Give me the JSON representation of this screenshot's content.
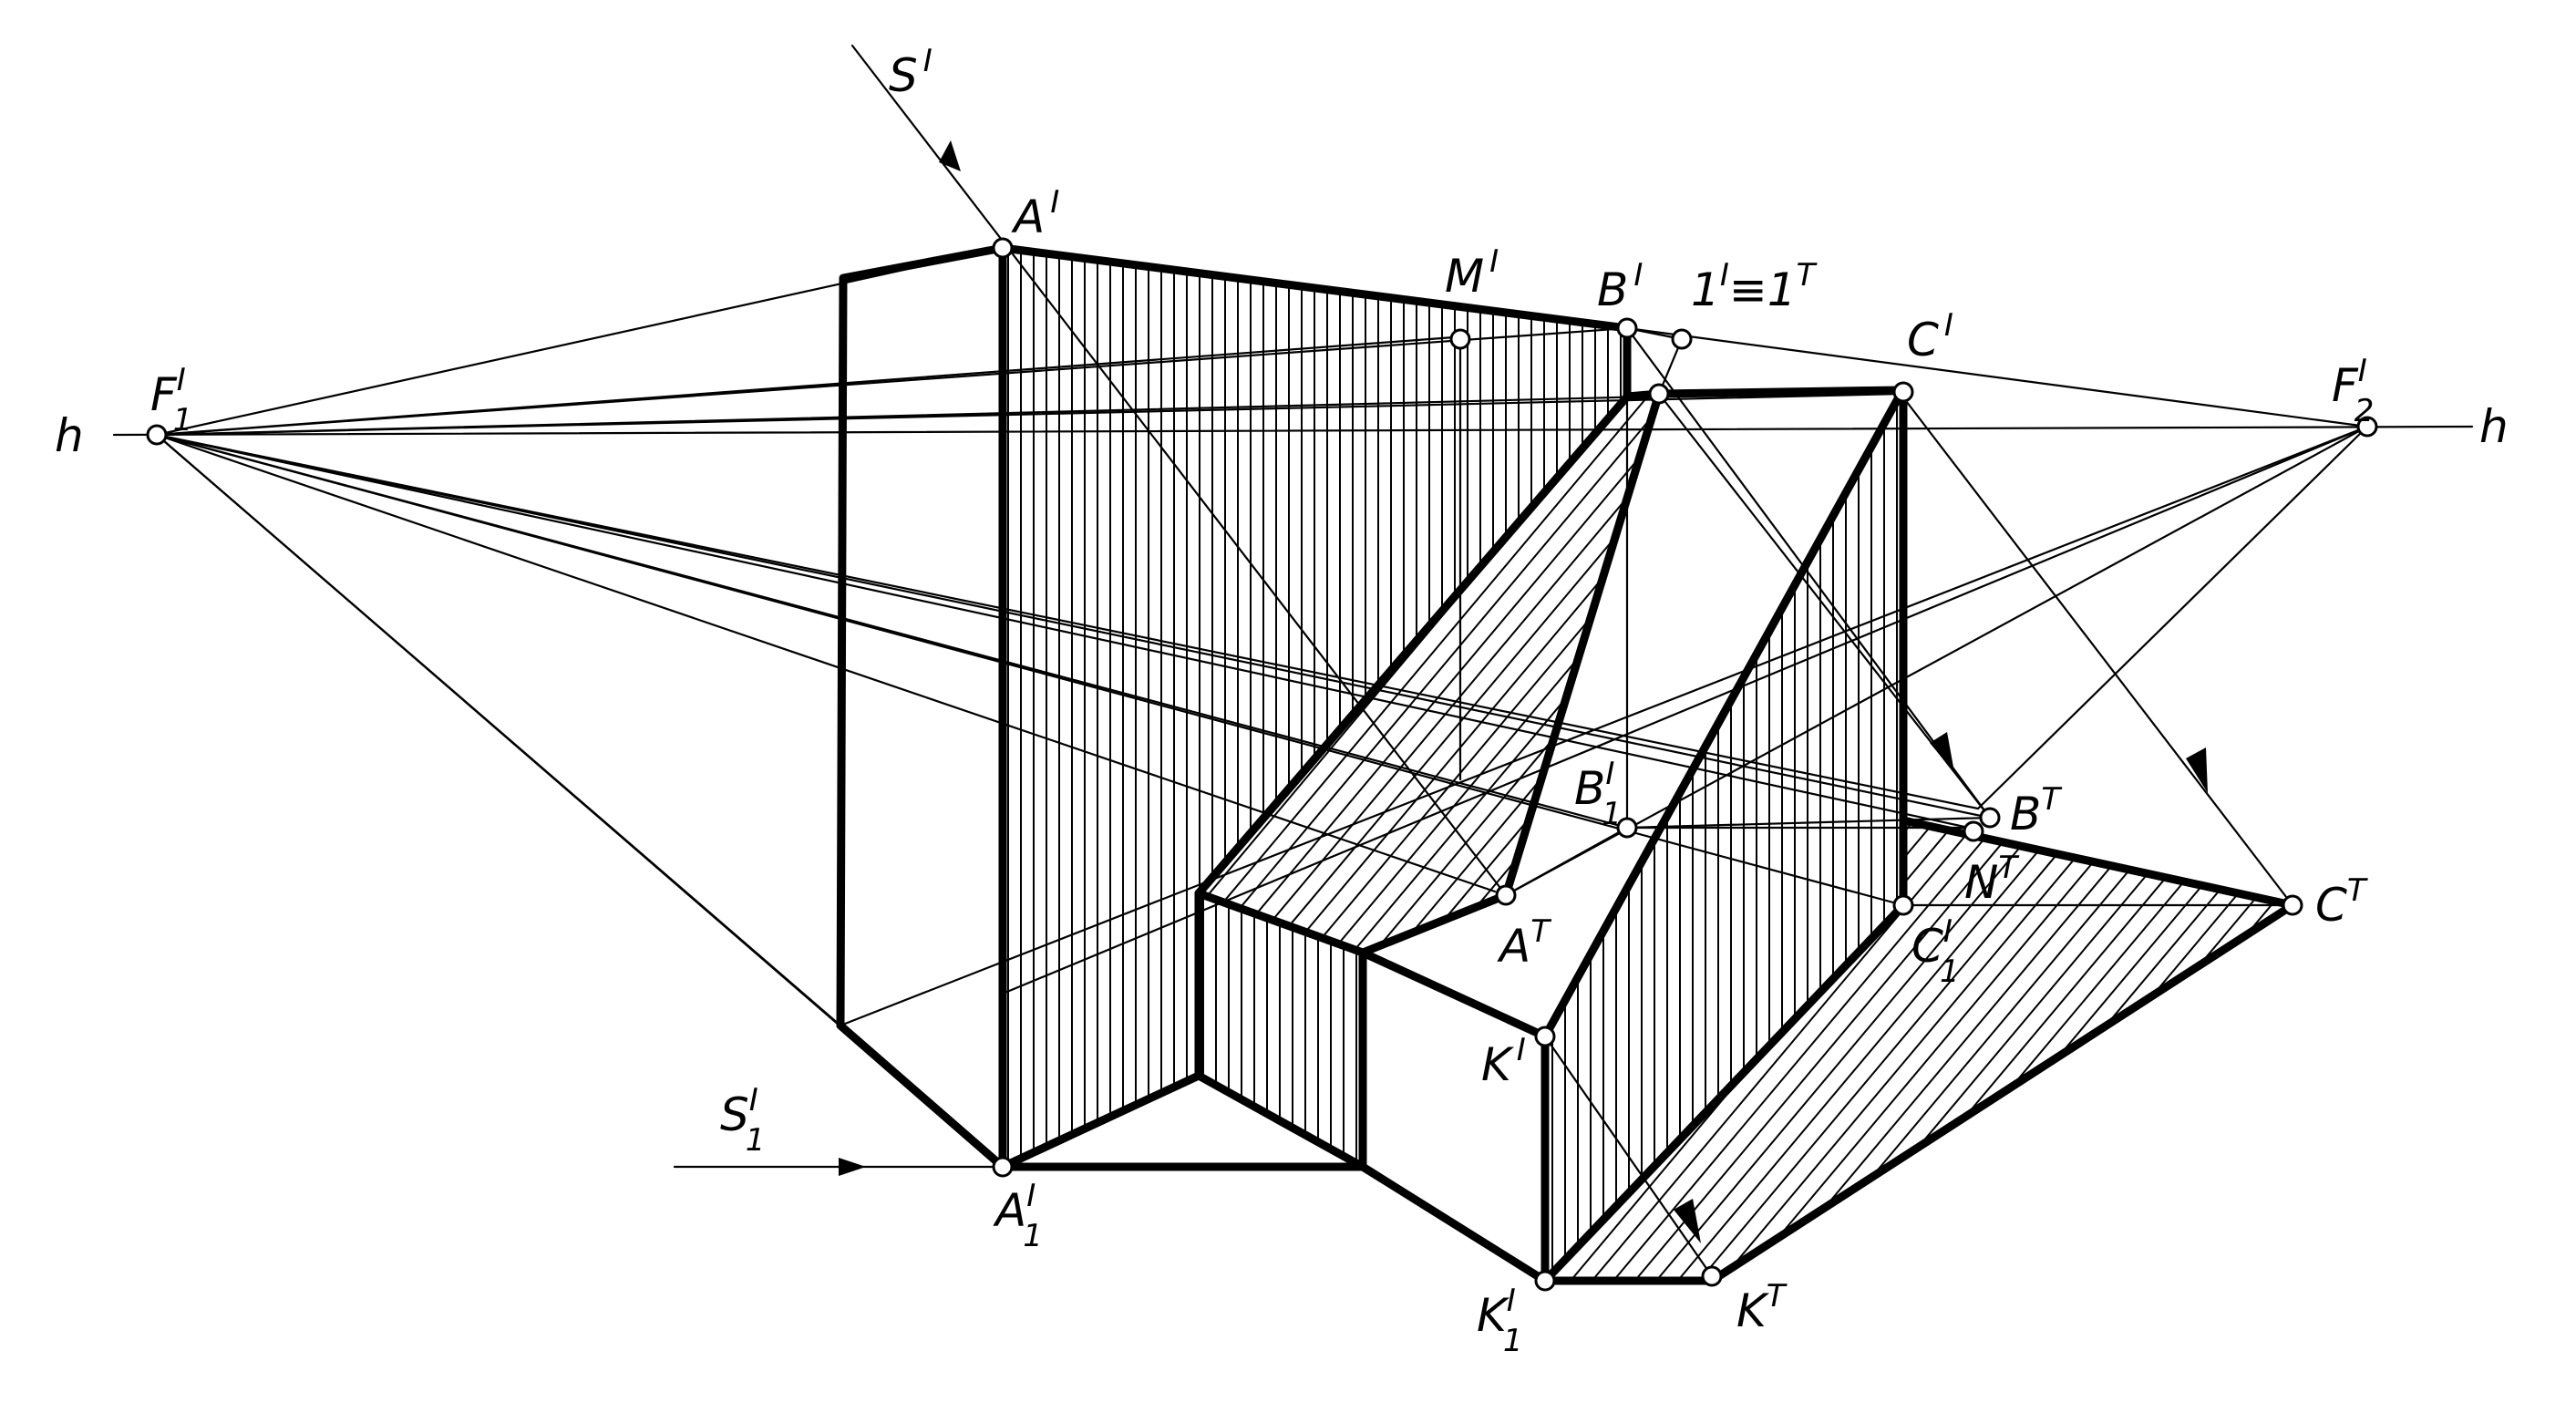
{
  "diagram": {
    "horizon_label_left": "h",
    "horizon_label_right": "h",
    "labels": {
      "F1": {
        "base": "F",
        "sup": "I",
        "sub": "1"
      },
      "F2": {
        "base": "F",
        "sup": "I",
        "sub": "2"
      },
      "S": {
        "base": "S",
        "sup": "I",
        "sub": ""
      },
      "S1": {
        "base": "S",
        "sup": "I",
        "sub": "1"
      },
      "A": {
        "base": "A",
        "sup": "I",
        "sub": ""
      },
      "A1": {
        "base": "A",
        "sup": "I",
        "sub": "1"
      },
      "M": {
        "base": "M",
        "sup": "I",
        "sub": ""
      },
      "B": {
        "base": "B",
        "sup": "I",
        "sub": ""
      },
      "B1": {
        "base": "B",
        "sup": "I",
        "sub": "1"
      },
      "one": {
        "text": "1",
        "sup1": "I",
        "mid": "≡1",
        "sup2": "T"
      },
      "C": {
        "base": "C",
        "sup": "I",
        "sub": ""
      },
      "C1": {
        "base": "C",
        "sup": "I",
        "sub": "1"
      },
      "BT": {
        "base": "B",
        "sup": "T",
        "sub": ""
      },
      "NT": {
        "base": "N",
        "sup": "T",
        "sub": ""
      },
      "CT": {
        "base": "C",
        "sup": "T",
        "sub": ""
      },
      "AT": {
        "base": "A",
        "sup": "T",
        "sub": ""
      },
      "K": {
        "base": "K",
        "sup": "I",
        "sub": ""
      },
      "K1": {
        "base": "K",
        "sup": "I",
        "sub": "1"
      },
      "KT": {
        "base": "K",
        "sup": "T",
        "sub": ""
      }
    }
  }
}
